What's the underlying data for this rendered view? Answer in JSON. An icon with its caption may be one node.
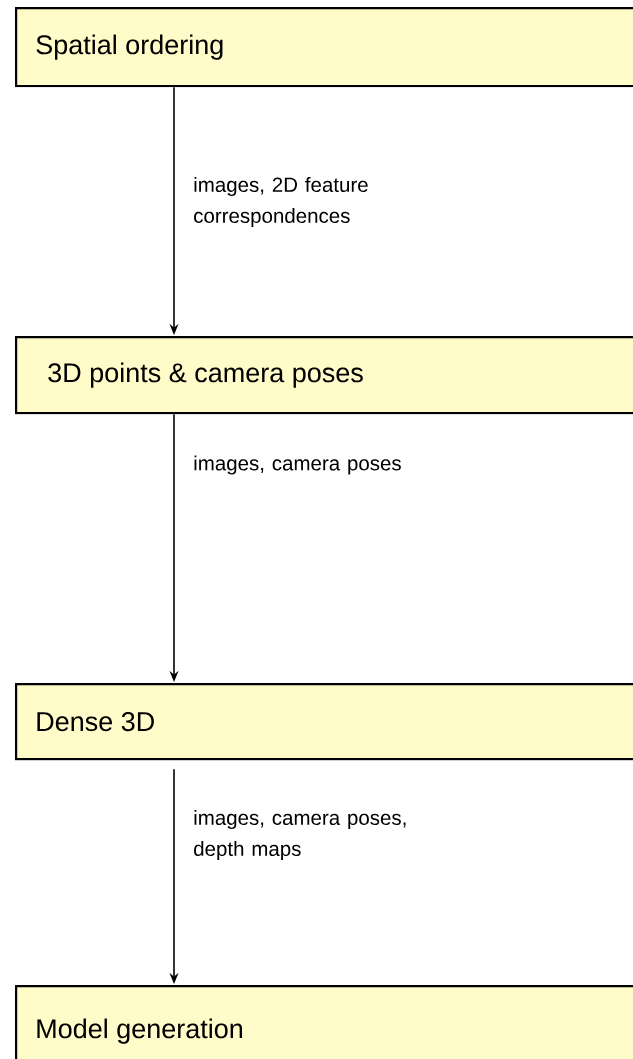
{
  "diagram": {
    "nodes": [
      {
        "text": [
          "Spatial ordering"
        ]
      },
      {
        "text": [
          "3D points & camera poses"
        ]
      },
      {
        "text": [
          "Dense 3D"
        ]
      },
      {
        "text": [
          "Model generation"
        ]
      }
    ],
    "edges": [
      {
        "from": 0,
        "to": 1,
        "arrow": "to",
        "label": "images, 2D feature correspondences"
      },
      {
        "from": 1,
        "to": 2,
        "arrow": "to",
        "label": "images, camera poses"
      },
      {
        "from": 2,
        "to": 3,
        "arrow": "to",
        "label": "images, camera poses, depth maps"
      }
    ]
  }
}
